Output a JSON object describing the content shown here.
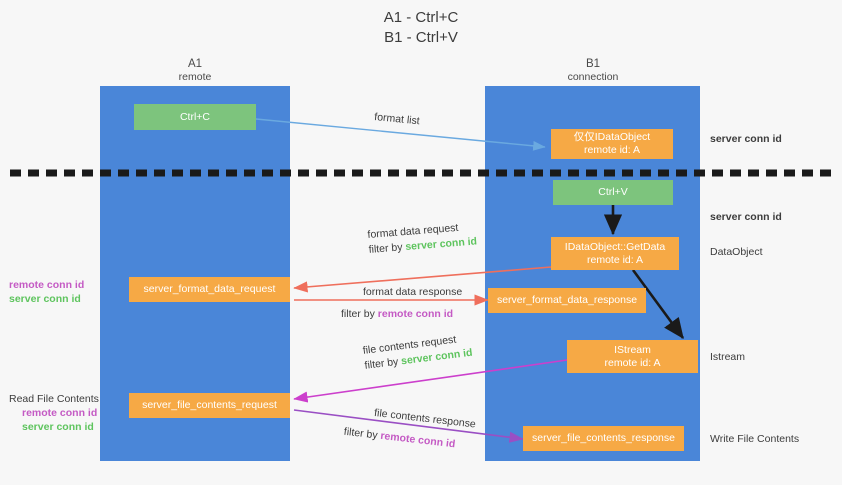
{
  "title": {
    "line1": "A1 - Ctrl+C",
    "line2": "B1 - Ctrl+V"
  },
  "lanes": [
    {
      "name": "A1",
      "sub": "remote",
      "color": "#4a86d8"
    },
    {
      "name": "B1",
      "sub": "connection",
      "color": "#4a86d8"
    }
  ],
  "colors": {
    "lane": "#4a86d8",
    "green_box": "#7dc47d",
    "orange_box": "#f6a945",
    "server_conn": "#5ec45e",
    "remote_conn": "#c45ac4",
    "arrow_blue": "#6aa9e0",
    "arrow_red": "#ef6f5c",
    "arrow_magenta": "#cc3fcc",
    "arrow_purple": "#9a4fc4",
    "arrow_black": "#1a1a1a",
    "divider": "#1a1a1a"
  },
  "boxes": {
    "ctrl_c": {
      "label": "Ctrl+C"
    },
    "ctrl_v": {
      "label": "Ctrl+V"
    },
    "idataobject_format_list": {
      "line1": "仅仅IDataObject",
      "line2": "remote id: A"
    },
    "idataobject_getdata": {
      "line1": "IDataObject::GetData",
      "line2": "remote id: A"
    },
    "istream": {
      "line1": "IStream",
      "line2": "remote id: A"
    },
    "server_format_data_request": {
      "label": "server_format_data_request"
    },
    "server_format_data_response": {
      "label": "server_format_data_response"
    },
    "server_file_contents_request": {
      "label": "server_file_contents_request"
    },
    "server_file_contents_response": {
      "label": "server_file_contents_response"
    }
  },
  "flows": {
    "format_list": {
      "label": "format list"
    },
    "format_data_request": {
      "label": "format data request",
      "filter_prefix": "filter by ",
      "filter_key": "server conn id",
      "filter_color": "server_conn"
    },
    "format_data_response": {
      "label": "format data response",
      "filter_prefix": "filter by ",
      "filter_key": "remote conn id",
      "filter_color": "remote_conn"
    },
    "file_contents_request": {
      "label": "file contents request",
      "filter_prefix": "filter by ",
      "filter_key": "server conn id",
      "filter_color": "server_conn"
    },
    "file_contents_response": {
      "label": "file contents response",
      "filter_prefix": "filter by ",
      "filter_key": "remote conn id",
      "filter_color": "remote_conn"
    }
  },
  "left_notes": {
    "format_data": {
      "remote": "remote conn id",
      "server": "server conn id"
    },
    "file_contents": {
      "heading": "Read File Contents",
      "remote": "remote conn id",
      "server": "server conn id"
    }
  },
  "right_notes": {
    "server_conn_top": "server conn id",
    "server_conn_mid": "server conn id",
    "dataobject": "DataObject",
    "istream": "Istream",
    "write_file_contents": "Write File Contents"
  }
}
